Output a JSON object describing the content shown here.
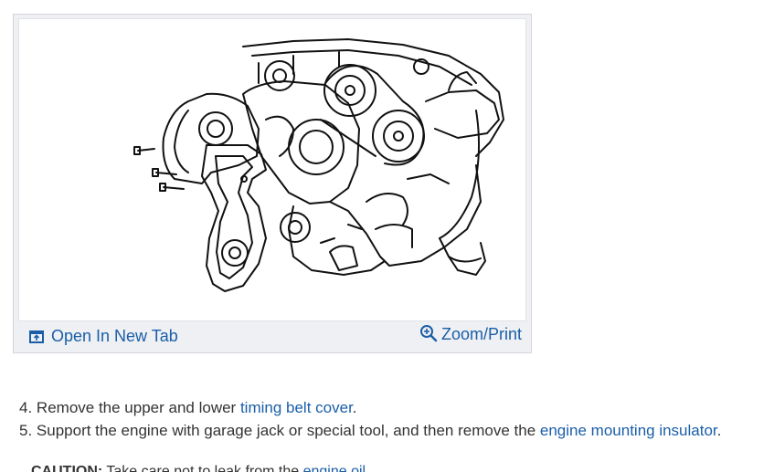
{
  "figure": {
    "image_alt": "Engine timing belt cover illustration",
    "open_tab_label": "Open In New Tab",
    "zoom_print_label": "Zoom/Print"
  },
  "steps": [
    {
      "number": "4.",
      "text_before": "Remove the upper and lower",
      "link": "timing belt cover",
      "text_after": "."
    },
    {
      "number": "5.",
      "text_before": "Support the engine with garage jack or special tool, and then remove the",
      "link": "engine mounting insulator",
      "text_after": "."
    }
  ],
  "caution": {
    "label": "CAUTION:",
    "text": "Take care not to leak from the",
    "link": "engine oil"
  },
  "colors": {
    "link": "#1a5ea8",
    "frame_bg": "#eef0f3"
  }
}
